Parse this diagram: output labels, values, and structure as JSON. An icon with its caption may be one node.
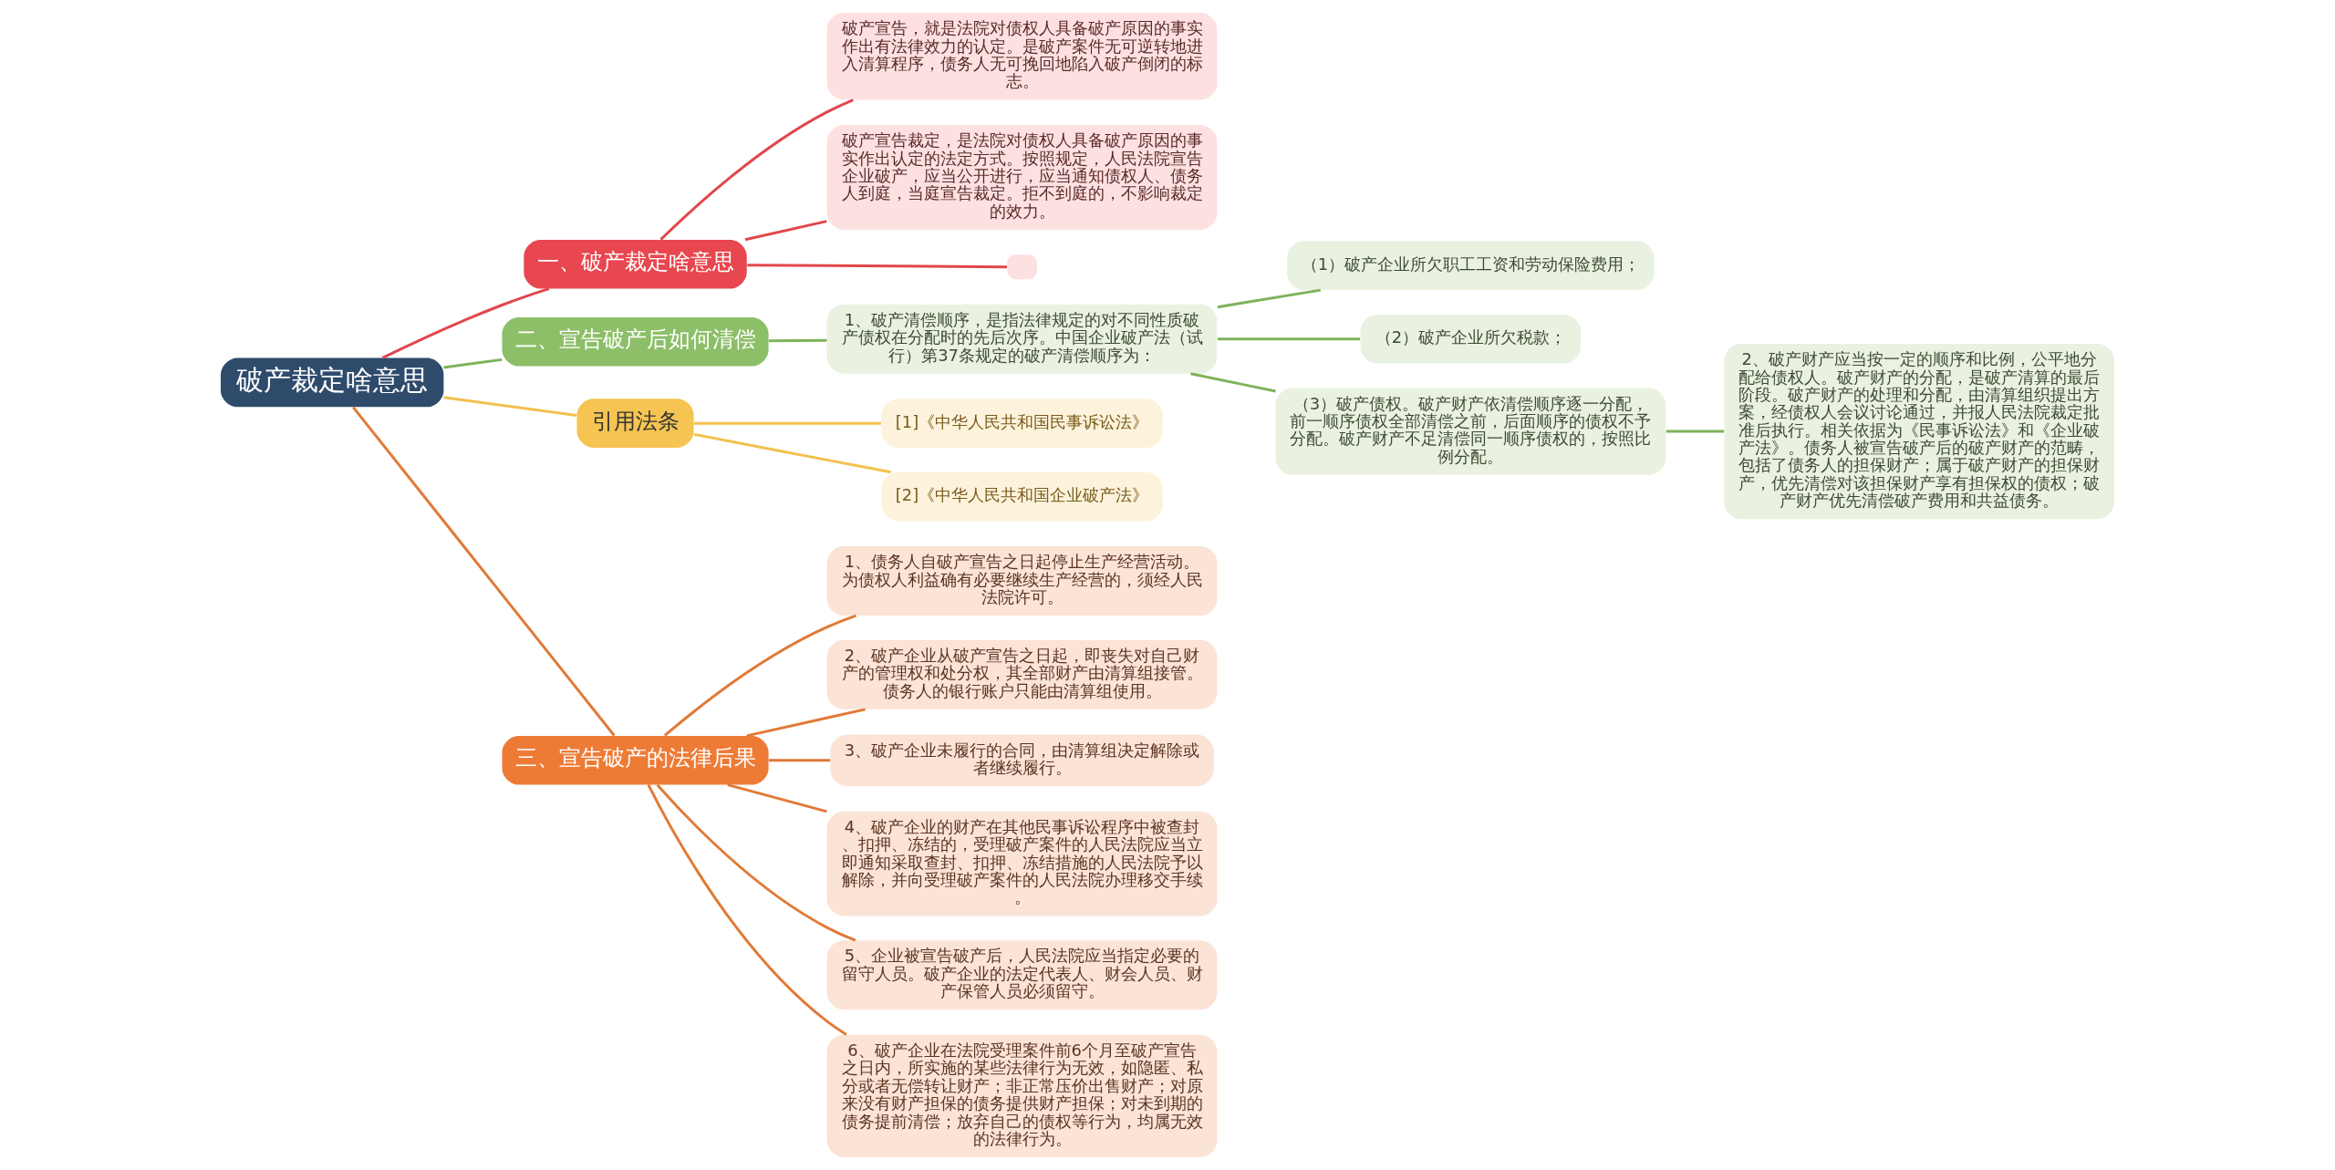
{
  "diagram": {
    "nodes": [
      {
        "text": [
          "破产裁定啥意思"
        ]
      },
      {
        "text": [
          "一、破产裁定啥意思"
        ]
      },
      {
        "text": [
          "破产宣告，就是法院对债权人具备破产原因的事实作出有法律效力的认定。是破产案件无可逆转地进入清算程序，债务人无可挽回地陷入破产倒闭的标志。"
        ]
      },
      {
        "text": [
          "破产宣告裁定，是法院对债权人具备破产原因的事实作出认定的法定方式。按照规定，人民法院宣告企业破产，应当公开进行，应当通知债权人、债务人到庭，当庭宣告裁定。拒不到庭的，不影响裁定的效力。"
        ]
      },
      {
        "text": [],
        "shape": "box"
      },
      {
        "text": [
          "二、宣告破产后如何清偿"
        ]
      },
      {
        "text": [
          "1、破产清偿顺序，是指法律规定的对不同性质破产债权在分配时的先后次序。中国企业破产法（试行）第37条规定的破产清偿顺序为："
        ]
      },
      {
        "text": [
          "（1）破产企业所欠职工工资和劳动保险费用；"
        ]
      },
      {
        "text": [
          "（2）破产企业所欠税款；"
        ]
      },
      {
        "text": [
          "（3）破产债权。破产财产依清偿顺序逐一分配，前一顺序债权全部清偿之前，后面顺序的债权不予分配。破产财产不足清偿同一顺序债权的，按照比例分配。"
        ]
      },
      {
        "text": [
          "2、破产财产应当按一定的顺序和比例，公平地分配给债权人。破产财产的分配，是破产清算的最后阶段。破产财产的处理和分配，由清算组织提出方案，经债权人会议讨论通过，并报人民法院裁定批准后执行。相关依据为《民事诉讼法》和《企业破产法》。债务人被宣告破产后的破产财产的范畴，包括了债务人的担保财产；属于破产财产的担保财产，优先清偿对该担保财产享有担保权的债权；破产财产优先清偿破产费用和共益债务。"
        ]
      },
      {
        "text": [
          "引用法条"
        ]
      },
      {
        "text": [
          "[1]《中华人民共和国民事诉讼法》"
        ]
      },
      {
        "text": [
          "[2]《中华人民共和国企业破产法》"
        ]
      },
      {
        "text": [
          "三、宣告破产的法律后果"
        ]
      },
      {
        "text": [
          "1、债务人自破产宣告之日起停止生产经营活动。为债权人利益确有必要继续生产经营的，须经人民法院许可。"
        ]
      },
      {
        "text": [
          "2、破产企业从破产宣告之日起，即丧失对自己财产的管理权和处分权，其全部财产由清算组接管。债务人的银行账户只能由清算组使用。"
        ]
      },
      {
        "text": [
          "3、破产企业未履行的合同，由清算组决定解除或者继续履行。"
        ]
      },
      {
        "text": [
          "4、破产企业的财产在其他民事诉讼程序中被查封、扣押、冻结的，受理破产案件的人民法院应当立即通知采取查封、扣押、冻结措施的人民法院予以解除，并向受理破产案件的人民法院办理移交手续。"
        ]
      },
      {
        "text": [
          "5、企业被宣告破产后，人民法院应当指定必要的留守人员。破产企业的法定代表人、财会人员、财产保管人员必须留守。"
        ]
      },
      {
        "text": [
          "6、破产企业在法院受理案件前6个月至破产宣告之日内，所实施的某些法律行为无效，如隐匿、私分或者无偿转让财产；非正常压价出售财产；对原来没有财产担保的债务提供财产担保；对未到期的债务提前清偿；放弃自己的债权等行为，均属无效的法律行为。"
        ]
      }
    ],
    "edges": [
      {
        "from": 0,
        "to": 1,
        "arrow": "none",
        "color": "#e0474c"
      },
      {
        "from": 1,
        "to": 2,
        "arrow": "none",
        "color": "#e0474c"
      },
      {
        "from": 1,
        "to": 3,
        "arrow": "none",
        "color": "#e0474c"
      },
      {
        "from": 1,
        "to": 4,
        "arrow": "none",
        "color": "#e0474c"
      },
      {
        "from": 0,
        "to": 5,
        "arrow": "none",
        "color": "#7fb35a"
      },
      {
        "from": 5,
        "to": 6,
        "arrow": "none",
        "color": "#7fb35a"
      },
      {
        "from": 6,
        "to": 7,
        "arrow": "none",
        "color": "#7fb35a"
      },
      {
        "from": 6,
        "to": 8,
        "arrow": "none",
        "color": "#7fb35a"
      },
      {
        "from": 6,
        "to": 9,
        "arrow": "none",
        "color": "#7fb35a"
      },
      {
        "from": 9,
        "to": 10,
        "arrow": "none",
        "color": "#7fb35a"
      },
      {
        "from": 0,
        "to": 11,
        "arrow": "none",
        "color": "#f2c14e"
      },
      {
        "from": 11,
        "to": 12,
        "arrow": "none",
        "color": "#f2c14e"
      },
      {
        "from": 11,
        "to": 13,
        "arrow": "none",
        "color": "#f2c14e"
      },
      {
        "from": 0,
        "to": 14,
        "arrow": "none"
      },
      {
        "from": 14,
        "to": 15,
        "arrow": "none"
      },
      {
        "from": 14,
        "to": 16,
        "arrow": "none"
      },
      {
        "from": 14,
        "to": 17,
        "arrow": "none"
      },
      {
        "from": 14,
        "to": 18,
        "arrow": "none"
      },
      {
        "from": 14,
        "to": 19,
        "arrow": "none"
      },
      {
        "from": 14,
        "to": 20,
        "arrow": "none"
      }
    ]
  }
}
